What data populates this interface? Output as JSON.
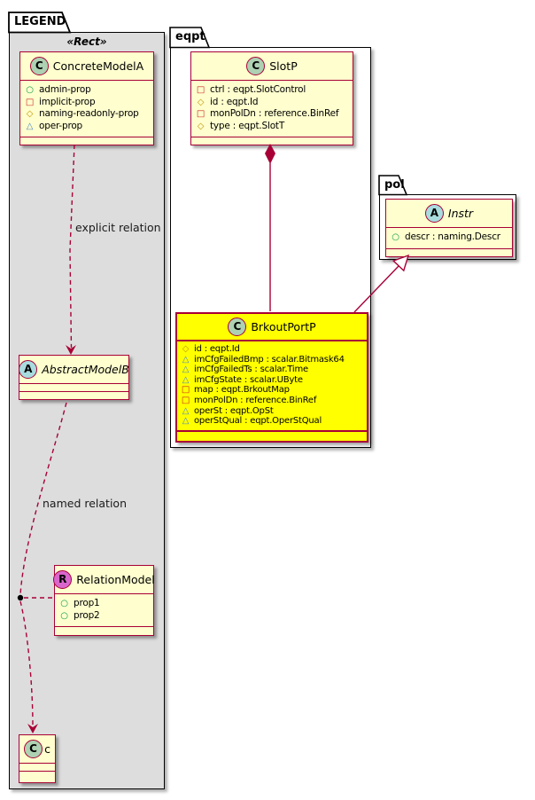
{
  "icons": {
    "circle": "○",
    "square": "□",
    "diamond": "◇",
    "triangle": "△"
  },
  "colors": {
    "class_fill": "#FEFECE",
    "class_border": "#A80036",
    "highlight_fill": "#FFFF00",
    "legend_fill": "#DDDDDD",
    "package_fill": "#FFFFFF",
    "spot_class": "#ADD1B2",
    "spot_abstract": "#A9DCDF",
    "spot_relation": "#D966CC",
    "icon_circle": "#089B48",
    "icon_square": "#C82323",
    "icon_diamond": "#C09500",
    "icon_triangle": "#4E86C0"
  },
  "legend": {
    "title": "LEGEND",
    "stereotype": "«Rect»",
    "edge_explicit": "explicit relation",
    "edge_named": "named relation",
    "concrete": {
      "spot": "C",
      "name": "ConcreteModelA",
      "members": [
        "admin-prop",
        "implicit-prop",
        "naming-readonly-prop",
        "oper-prop"
      ]
    },
    "abstract": {
      "spot": "A",
      "name": "AbstractModelB"
    },
    "relation": {
      "spot": "R",
      "name": "RelationModel",
      "members": [
        "prop1",
        "prop2"
      ]
    },
    "small_c": {
      "spot": "C",
      "name": "c"
    }
  },
  "eqpt": {
    "title": "eqpt",
    "slotp": {
      "spot": "C",
      "name": "SlotP",
      "members": [
        "ctrl : eqpt.SlotControl",
        "id : eqpt.Id",
        "monPolDn : reference.BinRef",
        "type : eqpt.SlotT"
      ]
    },
    "brkoutportp": {
      "spot": "C",
      "name": "BrkoutPortP",
      "members": [
        "id : eqpt.Id",
        "imCfgFailedBmp : scalar.Bitmask64",
        "imCfgFailedTs : scalar.Time",
        "imCfgState : scalar.UByte",
        "map : eqpt.BrkoutMap",
        "monPolDn : reference.BinRef",
        "operSt : eqpt.OpSt",
        "operStQual : eqpt.OperStQual"
      ]
    }
  },
  "pol": {
    "title": "pol",
    "instr": {
      "spot": "A",
      "name": "Instr",
      "members": [
        "descr : naming.Descr"
      ]
    }
  }
}
